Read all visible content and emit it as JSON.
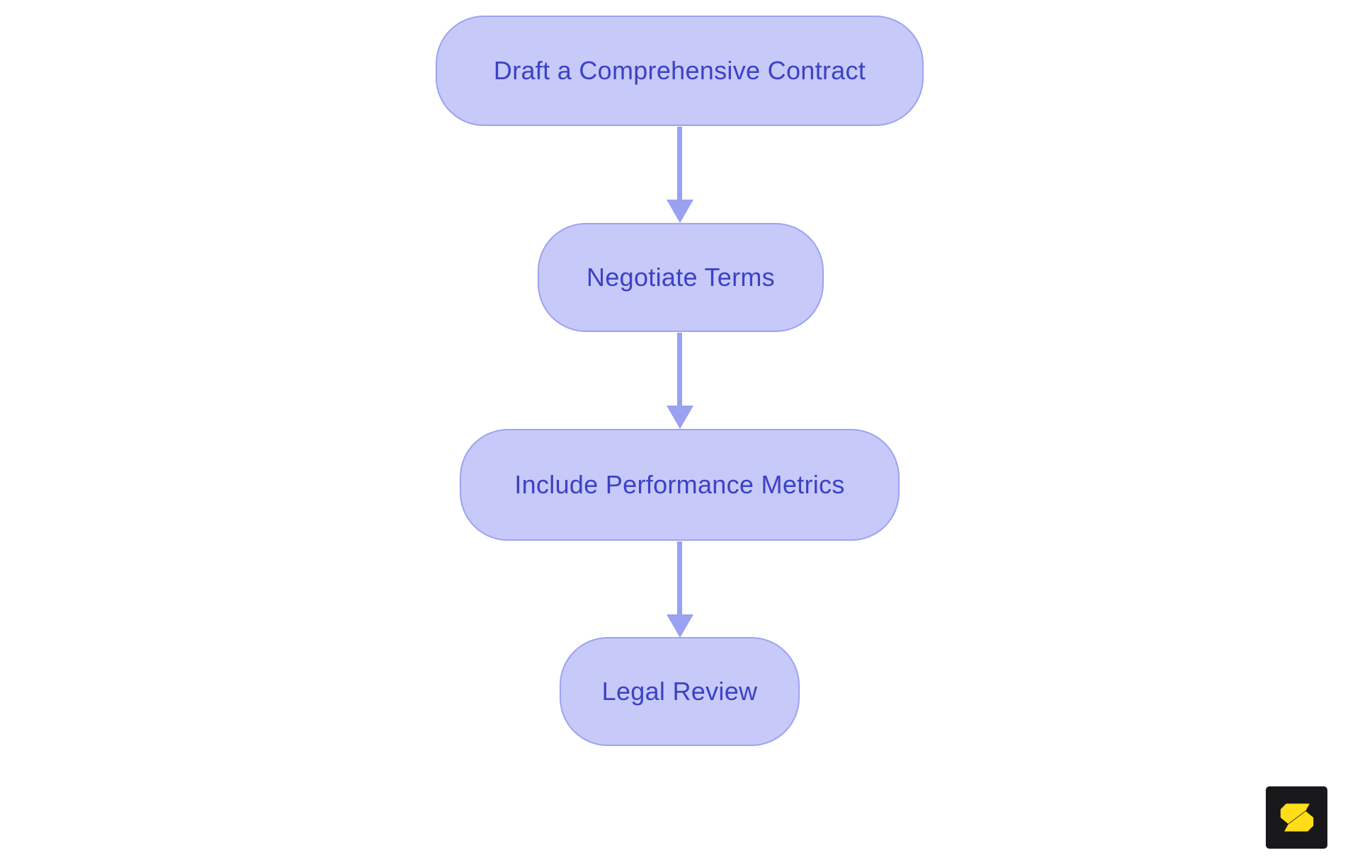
{
  "page": {
    "background_color": "#ffffff"
  },
  "flowchart": {
    "type": "flowchart",
    "direction": "top-down",
    "nodes": [
      {
        "id": "node-1",
        "label": "Draft a Comprehensive Contract"
      },
      {
        "id": "node-2",
        "label": "Negotiate Terms"
      },
      {
        "id": "node-3",
        "label": "Include Performance Metrics"
      },
      {
        "id": "node-4",
        "label": "Legal Review"
      }
    ],
    "edges": [
      {
        "from": "node-1",
        "to": "node-2"
      },
      {
        "from": "node-2",
        "to": "node-3"
      },
      {
        "from": "node-3",
        "to": "node-4"
      }
    ],
    "colors": {
      "node_fill": "#c7c9f8",
      "node_border": "#9ca3f1",
      "node_text": "#3b42c5",
      "arrow": "#99a1f0"
    }
  },
  "branding": {
    "logo": {
      "name": "s-logo",
      "background_color": "#18181b",
      "glyph_color": "#ffdd18"
    }
  }
}
